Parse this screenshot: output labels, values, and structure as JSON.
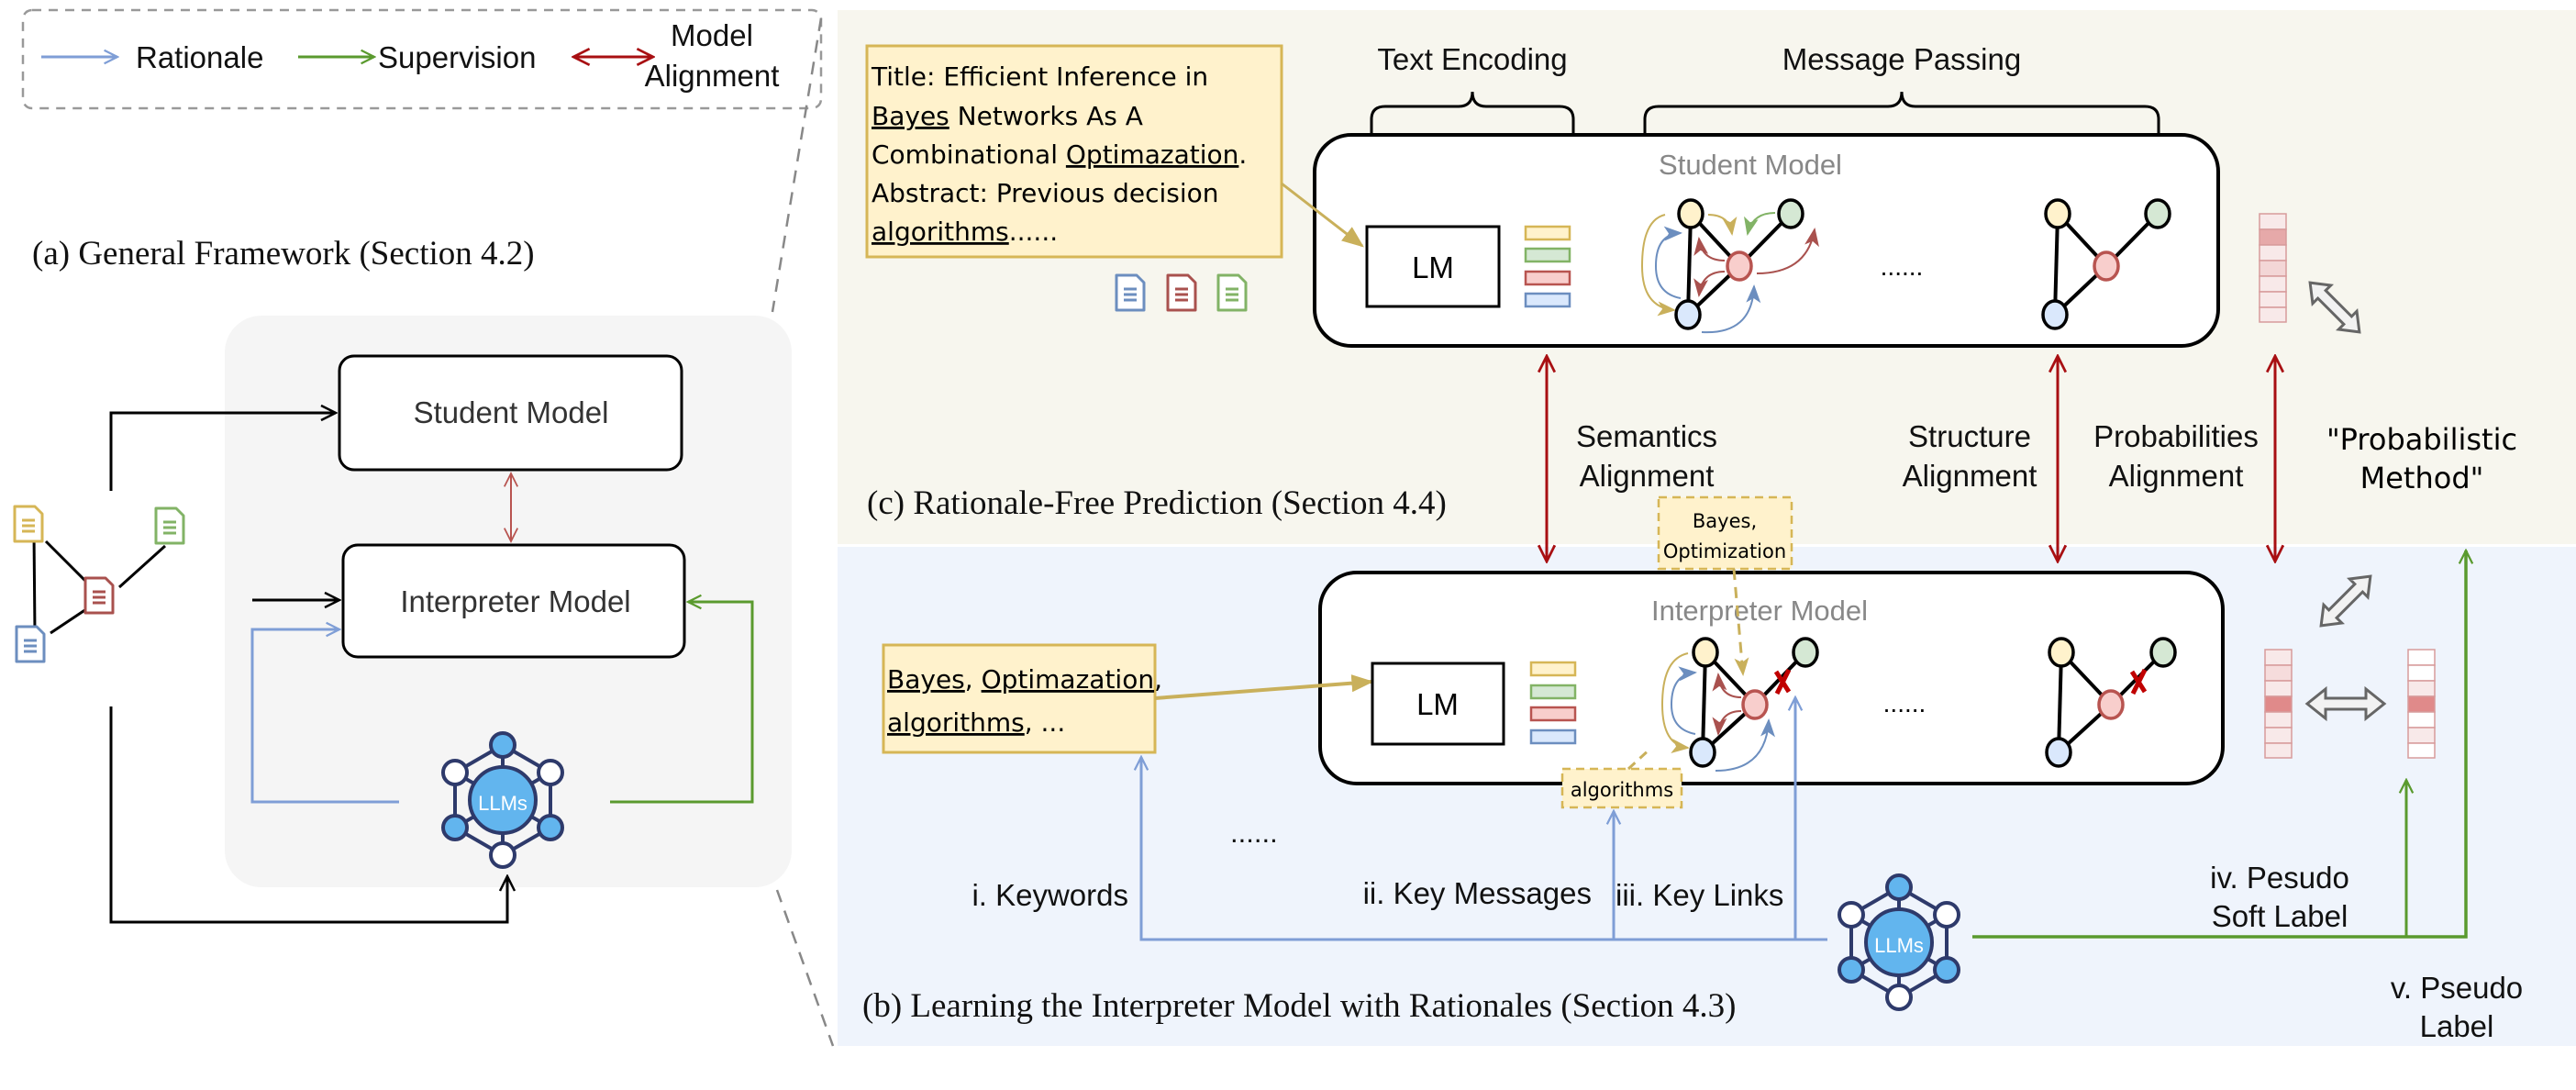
{
  "legend": {
    "rationale": "Rationale",
    "supervision": "Supervision",
    "model_alignment_line1": "Model",
    "model_alignment_line2": "Alignment",
    "colors": {
      "rationale": "#7F9ED6",
      "supervision": "#5A9A2E",
      "alignment": "#A80F12"
    }
  },
  "panel_a": {
    "title": "(a) General Framework (Section 4.2)",
    "student_model": "Student Model",
    "interpreter_model": "Interpreter Model",
    "llms": "LLMs"
  },
  "panel_c": {
    "title": "(c) Rationale-Free Prediction (Section 4.4)",
    "text_encoding": "Text Encoding",
    "message_passing": "Message Passing",
    "student_model": "Student Model",
    "lm": "LM",
    "ellipsis": "......",
    "input_text": {
      "line1": "Title: Efficient Inference in",
      "line2_u": "Bayes",
      "line2_rest": " Networks As A",
      "line3_pre": "Combinational ",
      "line3_u": "Optimazation",
      "line3_post": ".",
      "line4": "Abstract: Previous decision",
      "line5_u": "algorithms",
      "line5_post": "......"
    },
    "alignments": {
      "semantics_1": "Semantics",
      "semantics_2": "Alignment",
      "structure_1": "Structure",
      "structure_2": "Alignment",
      "probabilities_1": "Probabilities",
      "probabilities_2": "Alignment"
    },
    "probabilistic_method_1": "\"Probabilistic",
    "probabilistic_method_2": "Method\""
  },
  "panel_b": {
    "title": "(b) Learning the Interpreter Model with Rationales (Section 4.3)",
    "interpreter_model": "Interpreter Model",
    "lm": "LM",
    "ellipsis": "......",
    "keywords_box": {
      "w1": "Bayes",
      "sep1": ", ",
      "w2": "Optimazation",
      "sep2": ",",
      "w3": "algorithms",
      "tail": ", ..."
    },
    "tag_bayes_1": "Bayes,",
    "tag_bayes_2": "Optimization",
    "tag_algorithms": "algorithms",
    "rationales": {
      "keywords": "i. Keywords",
      "key_messages": "ii. Key Messages",
      "key_links": "iii. Key Links",
      "pseudo_soft_1": "iv. Pesudo",
      "pseudo_soft_2": "Soft Label",
      "pseudo_label_1": "v. Pseudo",
      "pseudo_label_2": "Label"
    },
    "llms": "LLMs"
  }
}
